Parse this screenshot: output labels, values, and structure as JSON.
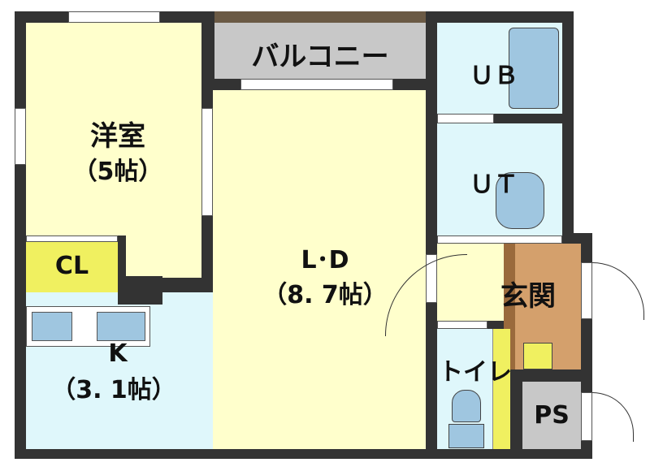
{
  "rooms": {
    "western_room": {
      "name": "洋室",
      "size": "（5帖）"
    },
    "closet": {
      "name": "CL"
    },
    "balcony": {
      "name": "バルコニー"
    },
    "living_dining": {
      "name": "L･D",
      "size": "（8. 7帖）"
    },
    "kitchen": {
      "name": "K",
      "size": "（3. 1帖）"
    },
    "unit_bath": {
      "name": "ＵＢ"
    },
    "utility": {
      "name": "ＵＴ"
    },
    "entrance": {
      "name": "玄関"
    },
    "toilet": {
      "name": "トイレ"
    },
    "pipe_space": {
      "name": "PS"
    }
  },
  "colors": {
    "wall": "#333333",
    "room_yellow": "#ffffcc",
    "wet_blue": "#dff7fb",
    "closet_yellow": "#f0f060",
    "entrance_orange": "#d4a06c",
    "balcony_gray": "#c8c8c8",
    "balcony_rail": "#6b5a45",
    "fixture_blue": "#9fc6e0"
  }
}
